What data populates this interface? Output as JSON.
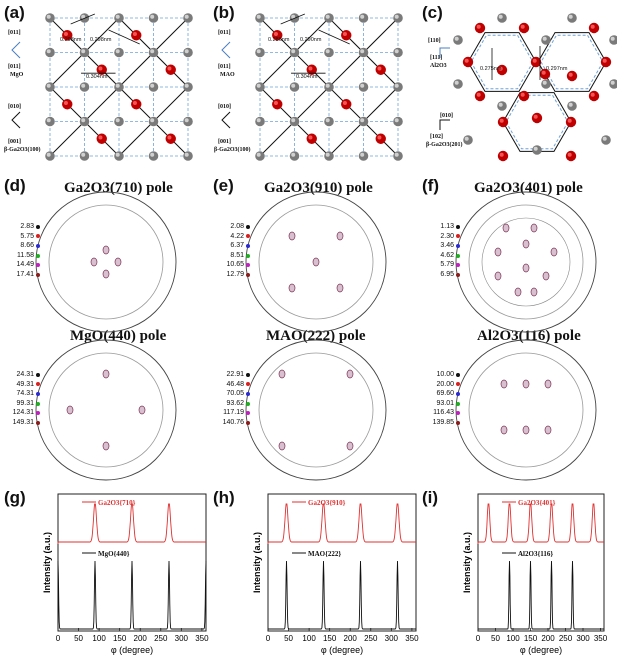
{
  "panel_labels": [
    "(a)",
    "(b)",
    "(c)",
    "(d)",
    "(e)",
    "(f)",
    "(g)",
    "(h)",
    "(i)"
  ],
  "crystals": {
    "a": {
      "dirs_top": [
        "[011]",
        "[011]"
      ],
      "substrate": "MgO",
      "dirs_bottom": [
        "[010]",
        "[001]"
      ],
      "film": "β-Ga2O3(100)",
      "meas": [
        "0.298nm",
        "0.298nm",
        "0.304nm"
      ]
    },
    "b": {
      "dirs_top": [
        "[011]",
        "[011]"
      ],
      "substrate": "MAO",
      "dirs_bottom": [
        "[010]",
        "[001]"
      ],
      "film": "β-Ga2O3(100)",
      "meas": [
        "0.286nm",
        "0.290nm",
        "0.304nm"
      ]
    },
    "c": {
      "dirs_top": [
        "[110]",
        "[111]"
      ],
      "substrate": "Al2O3",
      "dirs_bottom": [
        "[010]",
        "[102]"
      ],
      "film": "β-Ga2O3(201)",
      "meas": [
        "0.275nm",
        "0.297nm"
      ]
    }
  },
  "poles": [
    {
      "title": "Ga2O3(710) pole",
      "levels": [
        "2.83",
        "5.75",
        "8.66",
        "11.58",
        "14.49",
        "17.41"
      ]
    },
    {
      "title": "Ga2O3(910) pole",
      "levels": [
        "2.08",
        "4.22",
        "6.37",
        "8.51",
        "10.65",
        "12.79"
      ]
    },
    {
      "title": "Ga2O3(401) pole",
      "levels": [
        "1.13",
        "2.30",
        "3.46",
        "4.62",
        "5.79",
        "6.95"
      ]
    },
    {
      "title": "MgO(440) pole",
      "levels": [
        "24.31",
        "49.31",
        "74.31",
        "99.31",
        "124.31",
        "149.31"
      ]
    },
    {
      "title": "MAO(222) pole",
      "levels": [
        "22.91",
        "46.48",
        "70.05",
        "93.62",
        "117.19",
        "140.76"
      ]
    },
    {
      "title": "Al2O3(116) pole",
      "levels": [
        "10.00",
        "20.00",
        "69.60",
        "93.01",
        "116.43",
        "139.85"
      ]
    }
  ],
  "level_colors": [
    "#111111",
    "#d62020",
    "#2a2ad0",
    "#1fae1f",
    "#c020c0",
    "#8b1a1a"
  ],
  "chart_data": [
    {
      "type": "line",
      "xlabel": "φ (degree)",
      "ylabel": "Intensity (a.u.)",
      "xlim": [
        0,
        360
      ],
      "x_ticks": [
        "0",
        "50",
        "100",
        "150",
        "200",
        "250",
        "300",
        "350"
      ],
      "series": [
        {
          "name": "Ga2O3{710}",
          "color": "#e03030",
          "peaks": [
            90,
            180,
            270
          ]
        },
        {
          "name": "MgO{440}",
          "color": "#111111",
          "peaks": [
            0,
            90,
            180,
            270,
            360
          ]
        }
      ]
    },
    {
      "type": "line",
      "xlabel": "φ (degree)",
      "ylabel": "Intensity (a.u.)",
      "xlim": [
        0,
        360
      ],
      "x_ticks": [
        "0",
        "50",
        "100",
        "150",
        "200",
        "250",
        "300",
        "350"
      ],
      "series": [
        {
          "name": "Ga2O3{910}",
          "color": "#e03030",
          "peaks": [
            45,
            135,
            225,
            315
          ]
        },
        {
          "name": "MAO{222}",
          "color": "#111111",
          "peaks": [
            45,
            135,
            225,
            315
          ]
        }
      ]
    },
    {
      "type": "line",
      "xlabel": "φ (degree)",
      "ylabel": "Intensity (a.u.)",
      "xlim": [
        0,
        360
      ],
      "x_ticks": [
        "0",
        "50",
        "100",
        "150",
        "200",
        "250",
        "300",
        "350"
      ],
      "series": [
        {
          "name": "Ga2O3{401}",
          "color": "#e03030",
          "peaks": [
            30,
            90,
            150,
            210,
            270,
            330
          ]
        },
        {
          "name": "Al2O3{116}",
          "color": "#111111",
          "peaks": [
            90,
            150,
            210,
            270
          ]
        }
      ]
    }
  ]
}
